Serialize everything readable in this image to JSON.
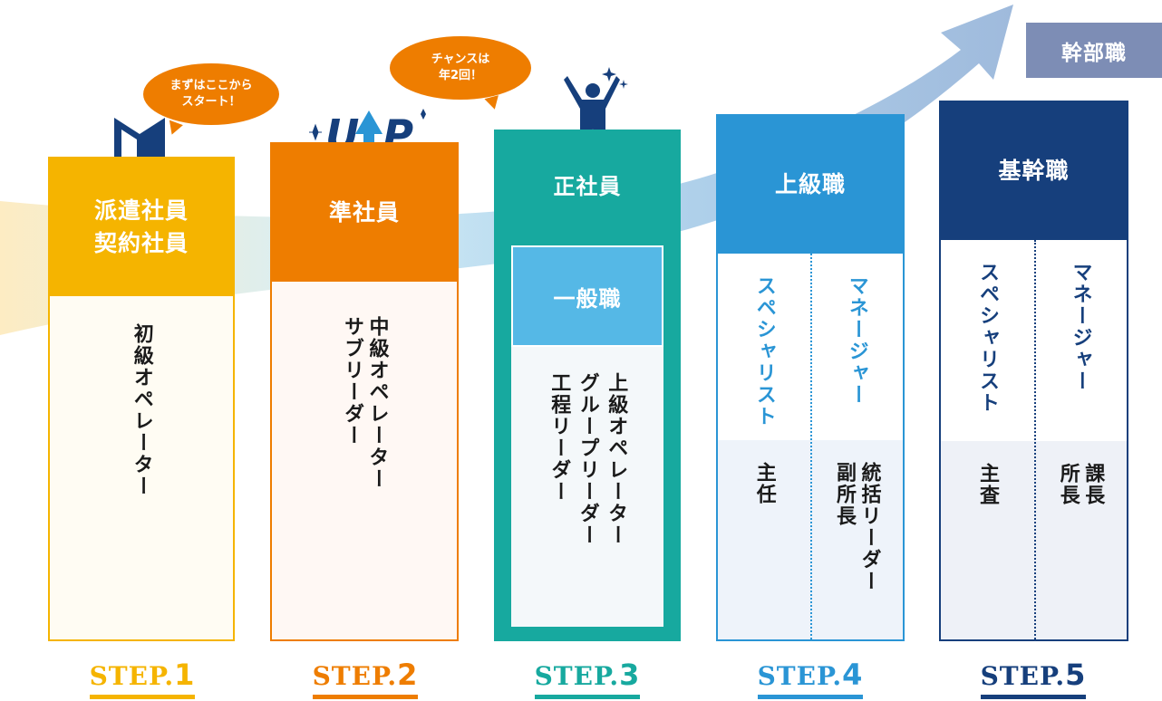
{
  "top_tag": "幹部職",
  "bubbles": {
    "b1_line1": "まずはここから",
    "b1_line2": "スタート！",
    "b2_line1": "チャンスは",
    "b2_line2": "年2回！"
  },
  "badge_up": "UP",
  "steps": [
    {
      "head_line1": "派遣社員",
      "head_line2": "契約社員",
      "roles": [
        "初級オペレーター"
      ],
      "label": "STEP.",
      "num": "1",
      "color": "#f5b400"
    },
    {
      "head_line1": "準社員",
      "roles": [
        "サブリーダー",
        "中級オペレーター"
      ],
      "label": "STEP.",
      "num": "2",
      "color": "#ee7d00"
    },
    {
      "head_line1": "正社員",
      "sub_head": "一般職",
      "roles": [
        "工程リーダー",
        "グループリーダー",
        "上級オペレーター"
      ],
      "label": "STEP.",
      "num": "3",
      "color": "#17a99f"
    },
    {
      "head_line1": "上級職",
      "left_track": "スペシャリスト",
      "right_track": "マネージャー",
      "left_roles": [
        "主任"
      ],
      "right_roles": [
        "副所長",
        "統括リーダー"
      ],
      "label": "STEP.",
      "num": "4",
      "color": "#2a95d5"
    },
    {
      "head_line1": "基幹職",
      "left_track": "スペシャリスト",
      "right_track": "マネージャー",
      "left_roles": [
        "主査"
      ],
      "right_roles": [
        "所長",
        "課長"
      ],
      "label": "STEP.",
      "num": "5",
      "color": "#163f7c"
    }
  ]
}
